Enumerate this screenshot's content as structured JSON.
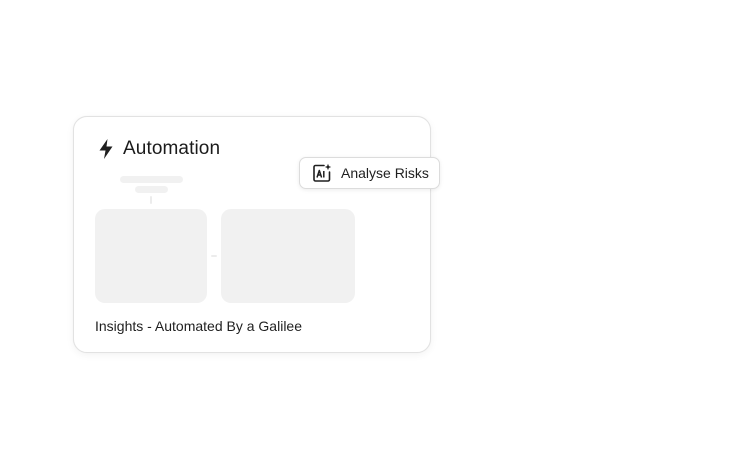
{
  "card": {
    "title": "Automation",
    "title_icon": "lightning-bolt-icon",
    "footer_text": "Insights - Automated By a Galilee"
  },
  "action_button": {
    "label": "Analyse Risks",
    "icon": "ai-sparkle-icon"
  },
  "colors": {
    "text": "#1b1b1b",
    "card_border": "#e2e2e2",
    "skeleton": "#f1f1f1"
  }
}
